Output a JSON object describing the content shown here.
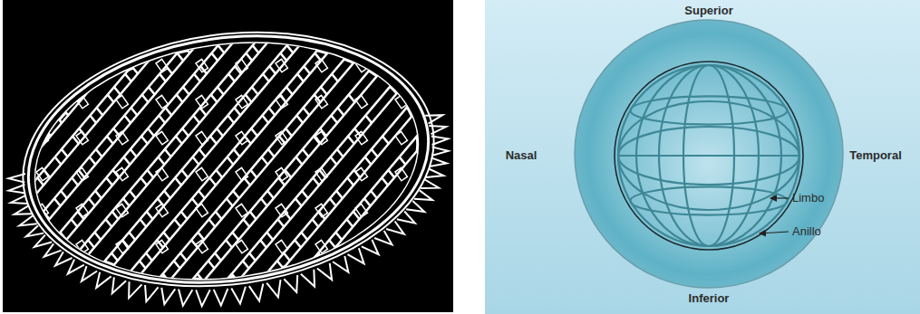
{
  "diagram": {
    "labels": [
      "Superior",
      "Nasal",
      "Temporal",
      "Limbo",
      "Anillo",
      "Inferior"
    ]
  }
}
